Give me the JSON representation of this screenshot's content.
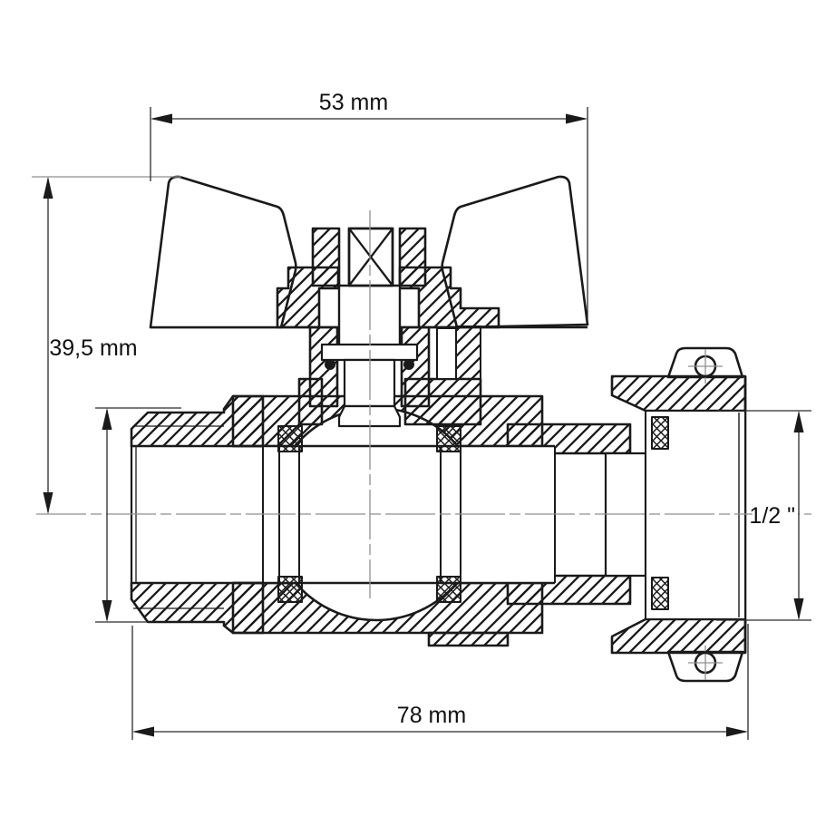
{
  "meta": {
    "drawing_type": "ball valve with butterfly handle, sectional technical drawing"
  },
  "colors": {
    "background": "#ffffff",
    "line": "#1a1a1a",
    "thin_line": "#2a2a2a",
    "centerline": "#8f8f8f",
    "text": "#111111"
  },
  "dimensions": {
    "top": {
      "label": "53 mm"
    },
    "left": {
      "label": "39,5 mm"
    },
    "right": {
      "label": "1/2 \""
    },
    "bottom": {
      "label": "78 mm"
    }
  }
}
